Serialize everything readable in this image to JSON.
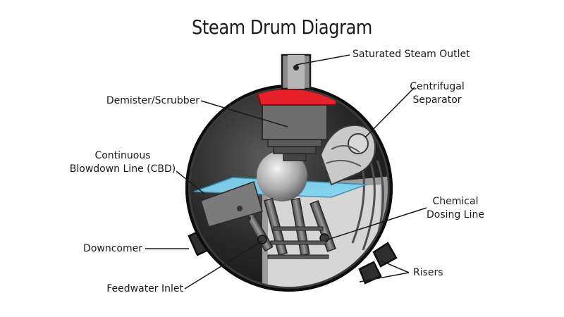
{
  "title": "Steam Drum Diagram",
  "labels": {
    "saturated_steam_outlet": "Saturated Steam Outlet",
    "demister": "Demister/Scrubber",
    "centrifugal_separator_line1": "Centrifugal",
    "centrifugal_separator_line2": "Separator",
    "cbd_line1": "Continuous",
    "cbd_line2": "Blowdown Line (CBD)",
    "chemical_dosing_line1": "Chemical",
    "chemical_dosing_line2": "Dosing Line",
    "downcomer": "Downcomer",
    "feedwater_inlet": "Feedwater Inlet",
    "risers": "Risers"
  },
  "colors": {
    "shell": "#3a3a3a",
    "shell_outline": "#0d0d0d",
    "interior_dark": "#1e1e1e",
    "demister_hood": "#e8202a",
    "demister_box": "#6e6e6e",
    "water_surface": "#7fd3f0",
    "metal_light": "#c8c8c8",
    "metal_mid": "#8a8a8a"
  }
}
